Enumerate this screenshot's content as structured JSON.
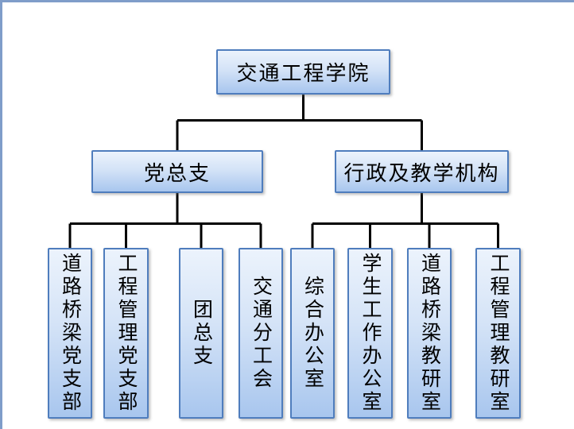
{
  "org_chart": {
    "root": {
      "label": "交通工程学院"
    },
    "branches": [
      {
        "label": "党总支",
        "children": [
          {
            "label": "道路桥梁党支部"
          },
          {
            "label": "工程管理党支部"
          },
          {
            "label": "团总支"
          },
          {
            "label": "交通分工会"
          }
        ]
      },
      {
        "label": "行政及教学机构",
        "children": [
          {
            "label": "综合办公室"
          },
          {
            "label": "学生工作办公室"
          },
          {
            "label": "道路桥梁教研室"
          },
          {
            "label": "工程管理教研室"
          }
        ]
      }
    ],
    "colors": {
      "box_border": "#4f7dbd",
      "box_fill_top": "#ecf3fc",
      "box_fill_bottom": "#a8c6ee",
      "connector": "#000000",
      "frame_border": "#7f9dc9",
      "text": "#000000"
    }
  }
}
